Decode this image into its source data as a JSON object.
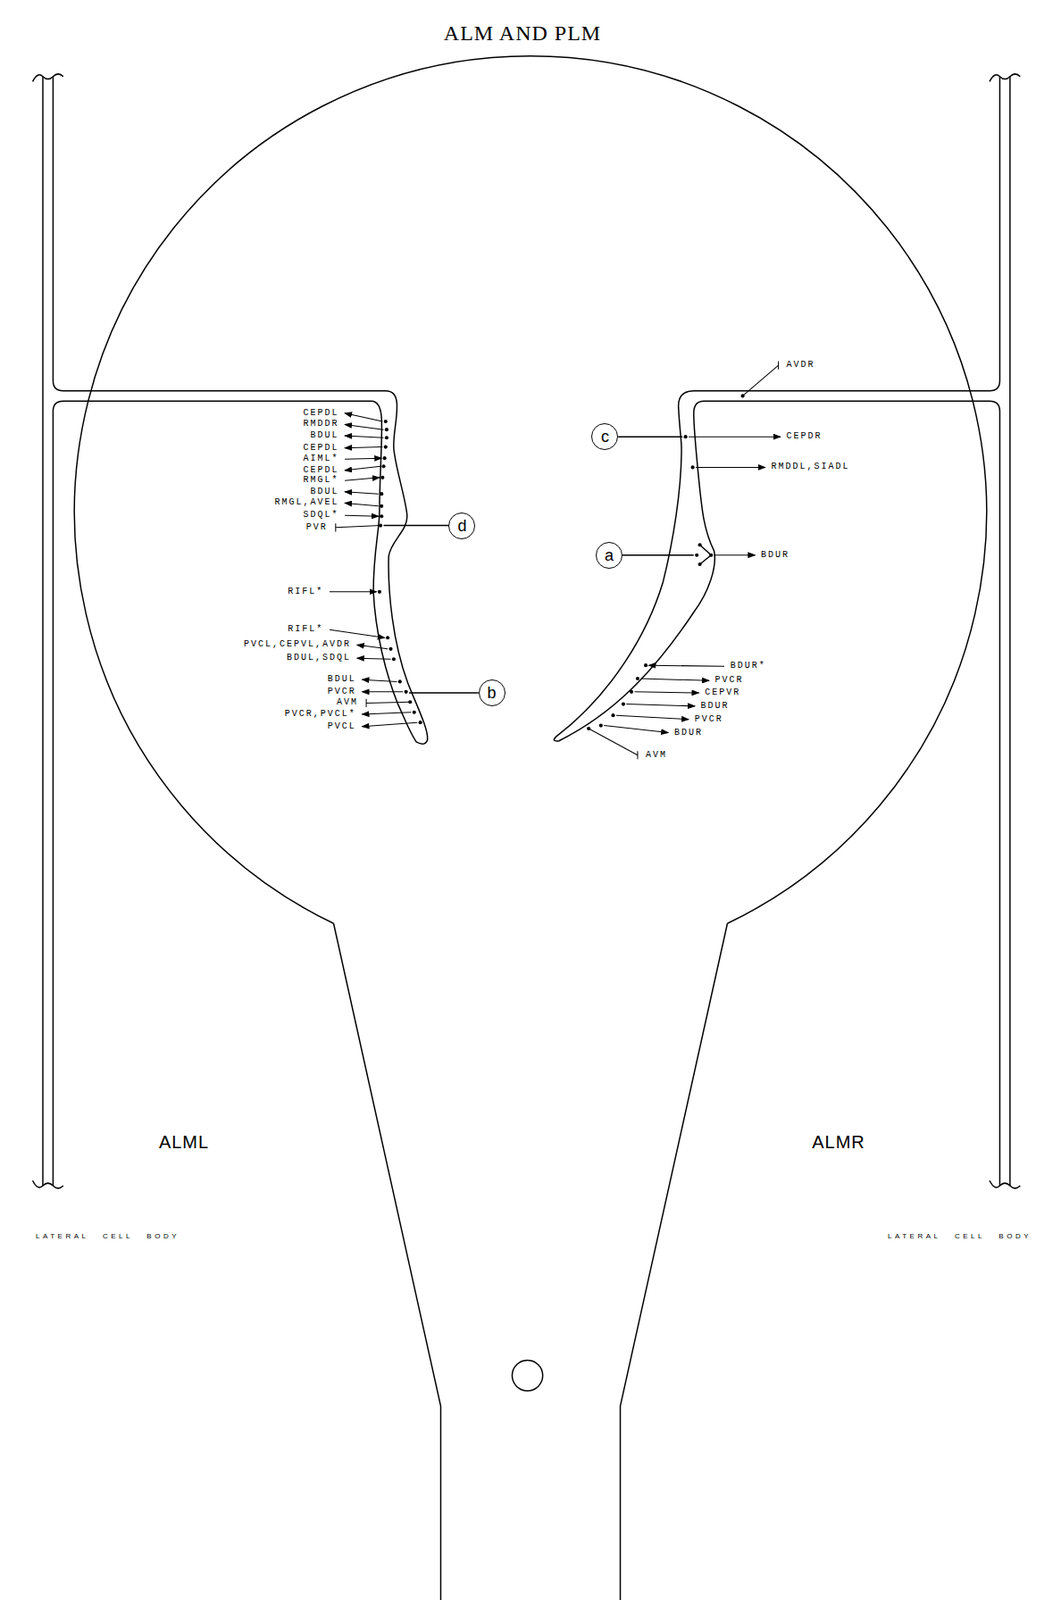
{
  "diagram": {
    "title": "ALM AND PLM",
    "nodes": [
      {
        "text": [
          "c"
        ]
      },
      {
        "text": [
          "d"
        ]
      },
      {
        "text": [
          "a"
        ]
      },
      {
        "text": [
          "b"
        ]
      }
    ],
    "labels": [
      "CEPDL",
      "RMDDR",
      "BDUL",
      "CEPDL",
      "AIML*",
      "CEPDL",
      "RMGL*",
      "BDUL",
      "RMGL,AVEL",
      "SDQL*",
      "PVR",
      "RIFL*",
      "RIFL*",
      "PVCL,CEPVL,AVDR",
      "BDUL,SDQL",
      "BDUL",
      "PVCR",
      "AVM",
      "PVCR,PVCL*",
      "PVCL",
      "AVDR",
      "CEPDR",
      "RMDDL,SIADL",
      "BDUR",
      "BDUR*",
      "PVCR",
      "CEPVR",
      "BDUR",
      "PVCR",
      "BDUR",
      "AVM",
      "ALML",
      "ALMR",
      "LATERAL CELL BODY",
      "LATERAL CELL BODY"
    ]
  }
}
